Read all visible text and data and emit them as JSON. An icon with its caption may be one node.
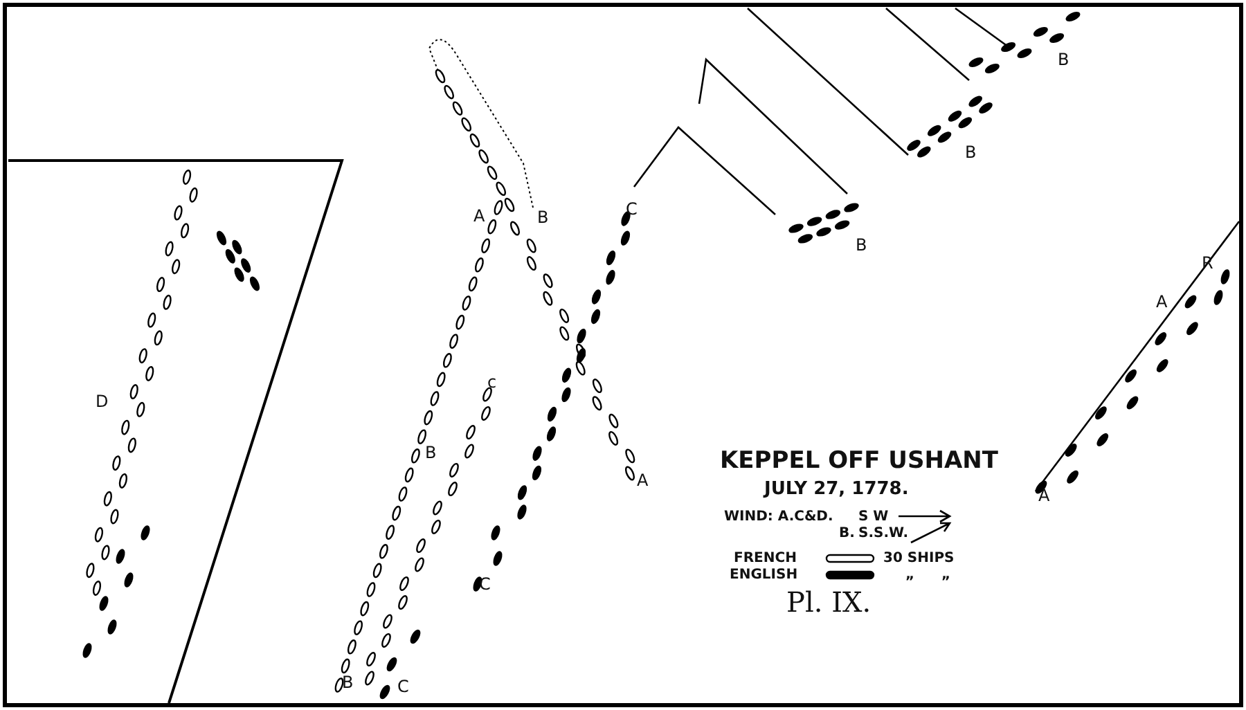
{
  "diagram": {
    "title": "KEPPEL OFF USHANT",
    "caption": "Pl. IX.",
    "labels": [
      "B",
      "B",
      "A",
      "B",
      "C",
      "B",
      "R",
      "A",
      "D",
      "c",
      "B",
      "A",
      "C",
      "A",
      "B",
      "C",
      "JULY 27, 1778.",
      "WIND: A.C&D.",
      "S W",
      "B.",
      "S.S.W.",
      "30 SHIPS",
      "„",
      "„"
    ],
    "legend": [
      {
        "text": "FRENCH"
      },
      {
        "text": "ENGLISH"
      }
    ]
  }
}
